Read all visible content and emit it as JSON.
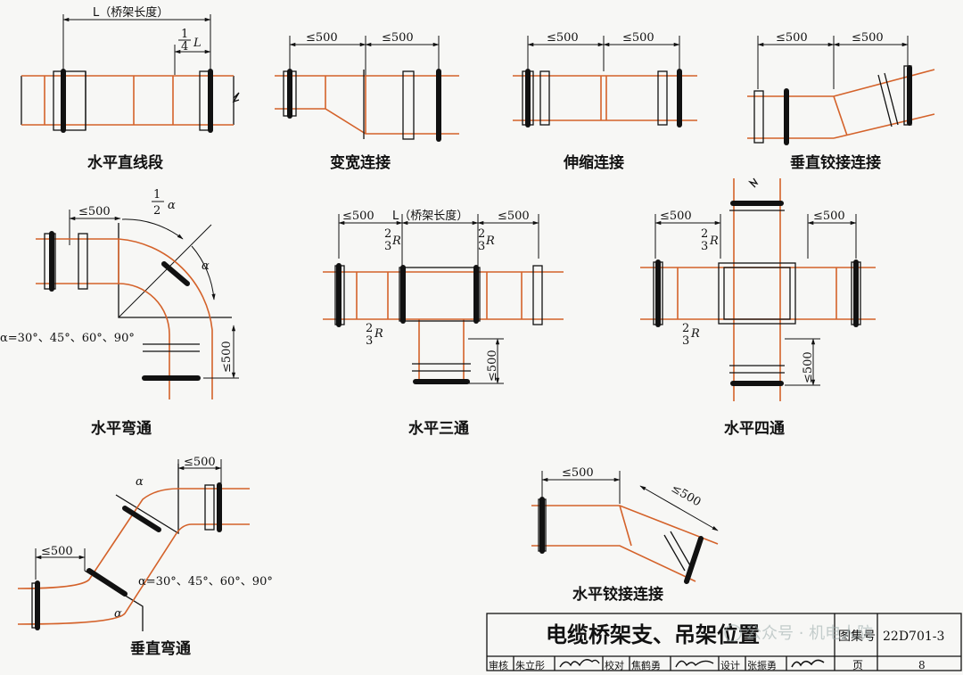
{
  "captions": {
    "straight": "水平直线段",
    "widen": "变宽连接",
    "expansion": "伸缩连接",
    "vertical_hinge": "垂直铰接连接",
    "horizontal_elbow": "水平弯通",
    "horizontal_tee": "水平三通",
    "horizontal_cross": "水平四通",
    "vertical_elbow": "垂直弯通",
    "horizontal_hinge": "水平铰接连接"
  },
  "dims": {
    "length": "L（桥架长度）",
    "quarter": "L",
    "le500": "≤500",
    "two_thirds_r": "R",
    "half_alpha": "α",
    "alpha": "α"
  },
  "notes": {
    "angles_h": "α=30°、45°、60°、90°",
    "angles_v": "α=30°、45°、60°、90°"
  },
  "title_block": {
    "title": "电缆桥架支、吊架位置",
    "atlas_label": "图集号",
    "atlas_no": "22D701-3",
    "page_label": "页",
    "page_no": "8",
    "review_label": "审核",
    "reviewer": "朱立彤",
    "check_label": "校对",
    "checker": "焦鹤勇",
    "design_label": "设计",
    "designer": "张振勇"
  },
  "watermark": "公众号 · 机电人防"
}
